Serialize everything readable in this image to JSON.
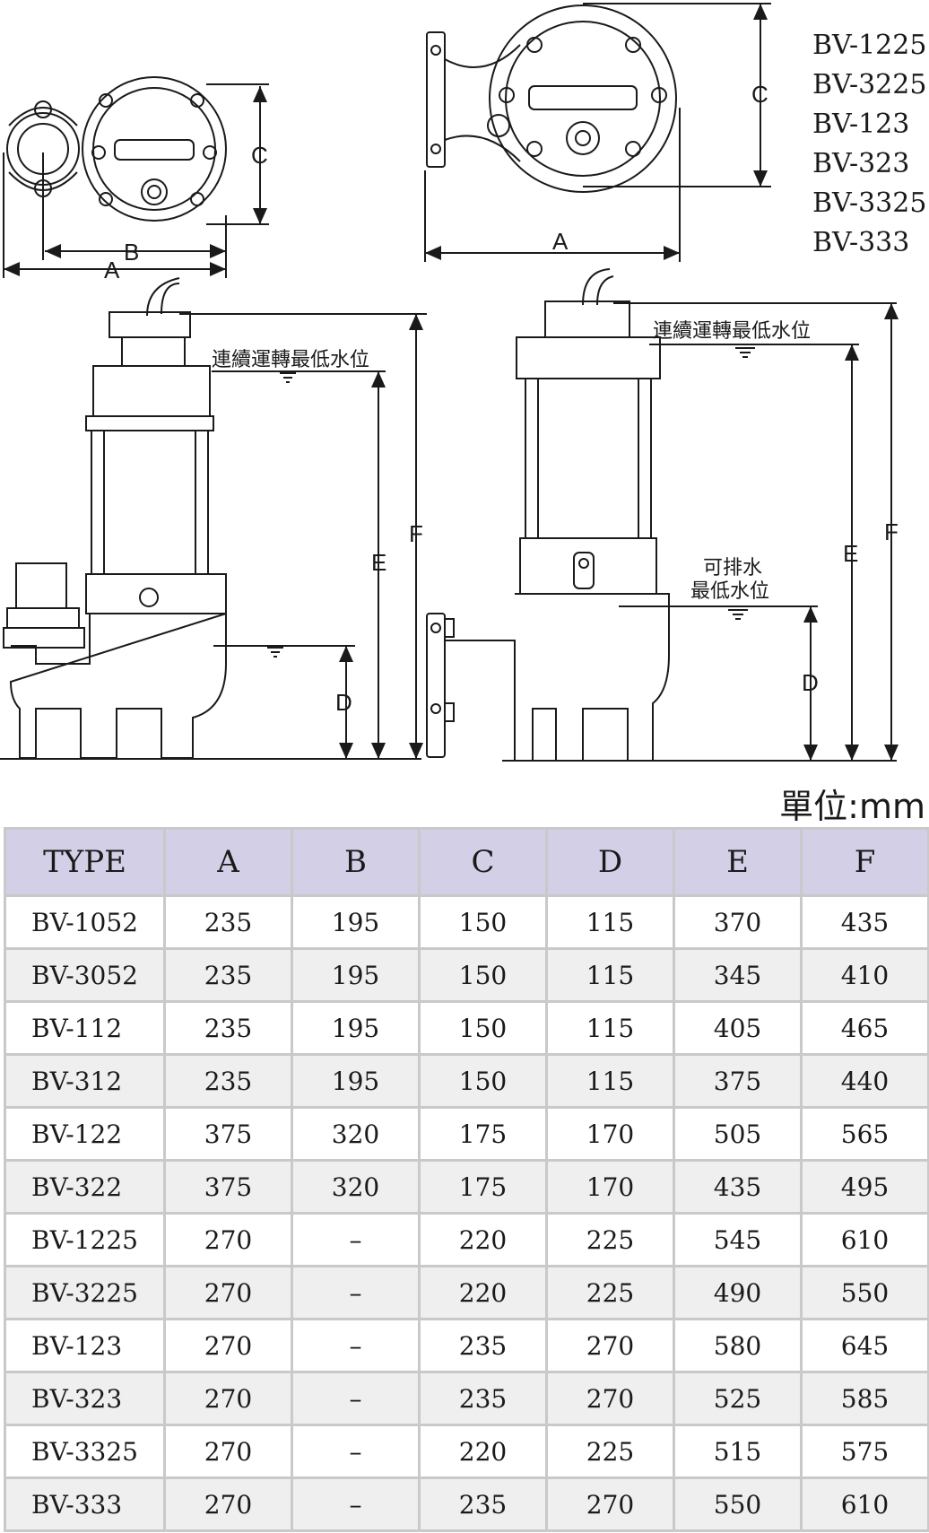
{
  "models": [
    "BV-1225",
    "BV-3225",
    "BV-123",
    "BV-323",
    "BV-3325",
    "BV-333"
  ],
  "dims": {
    "A": "A",
    "B": "B",
    "C": "C",
    "D": "D",
    "E": "E",
    "F": "F"
  },
  "labels": {
    "min_water_continuous": "連續運轉最低水位",
    "min_water_drain_line1": "可排水",
    "min_water_drain_line2": "最低水位"
  },
  "unit": "單位:mm",
  "table": {
    "headers": [
      "TYPE",
      "A",
      "B",
      "C",
      "D",
      "E",
      "F"
    ],
    "rows": [
      [
        "BV-1052",
        "235",
        "195",
        "150",
        "115",
        "370",
        "435"
      ],
      [
        "BV-3052",
        "235",
        "195",
        "150",
        "115",
        "345",
        "410"
      ],
      [
        "BV-112",
        "235",
        "195",
        "150",
        "115",
        "405",
        "465"
      ],
      [
        "BV-312",
        "235",
        "195",
        "150",
        "115",
        "375",
        "440"
      ],
      [
        "BV-122",
        "375",
        "320",
        "175",
        "170",
        "505",
        "565"
      ],
      [
        "BV-322",
        "375",
        "320",
        "175",
        "170",
        "435",
        "495"
      ],
      [
        "BV-1225",
        "270",
        "–",
        "220",
        "225",
        "545",
        "610"
      ],
      [
        "BV-3225",
        "270",
        "–",
        "220",
        "225",
        "490",
        "550"
      ],
      [
        "BV-123",
        "270",
        "–",
        "235",
        "270",
        "580",
        "645"
      ],
      [
        "BV-323",
        "270",
        "–",
        "235",
        "270",
        "525",
        "585"
      ],
      [
        "BV-3325",
        "270",
        "–",
        "220",
        "225",
        "515",
        "575"
      ],
      [
        "BV-333",
        "270",
        "–",
        "235",
        "270",
        "550",
        "610"
      ]
    ]
  }
}
